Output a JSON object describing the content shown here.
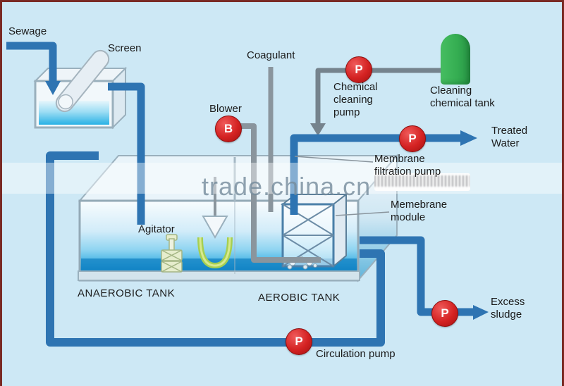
{
  "watermark": "trade.china.cn",
  "pumps": {
    "pump_letter": "P",
    "blower_letter": "B"
  },
  "labels": {
    "sewage": "Sewage",
    "screen": "Screen",
    "coagulant": "Coagulant",
    "blower": "Blower",
    "chemical_pump": {
      "l1": "Chemical",
      "l2": "cleaning",
      "l3": "pump"
    },
    "cleaning_tank": {
      "l1": "Cleaning",
      "l2": "chemical tank"
    },
    "treated_water": {
      "l1": "Treated",
      "l2": "Water"
    },
    "membrane_pump": {
      "l1": "Membrane",
      "l2": "filtration pump"
    },
    "membrane_module": {
      "l1": "Memebrane",
      "l2": "module"
    },
    "agitator": "Agitator",
    "anaerobic_tank": "ANAEROBIC TANK",
    "aerobic_tank": "AEROBIC TANK",
    "excess_sludge": {
      "l1": "Excess",
      "l2": "sludge"
    },
    "circulation_pump": "Circulation pump"
  },
  "colors": {
    "background": "#cde8f5",
    "pipe_blue": "#2e74b2",
    "pump_red": "#d42222",
    "cleaning_tank_green": "#35ae52",
    "pipe_gray": "#75838d",
    "water_cyan": "#41b2e4",
    "tank_frame_gray": "#9ab0bd"
  }
}
